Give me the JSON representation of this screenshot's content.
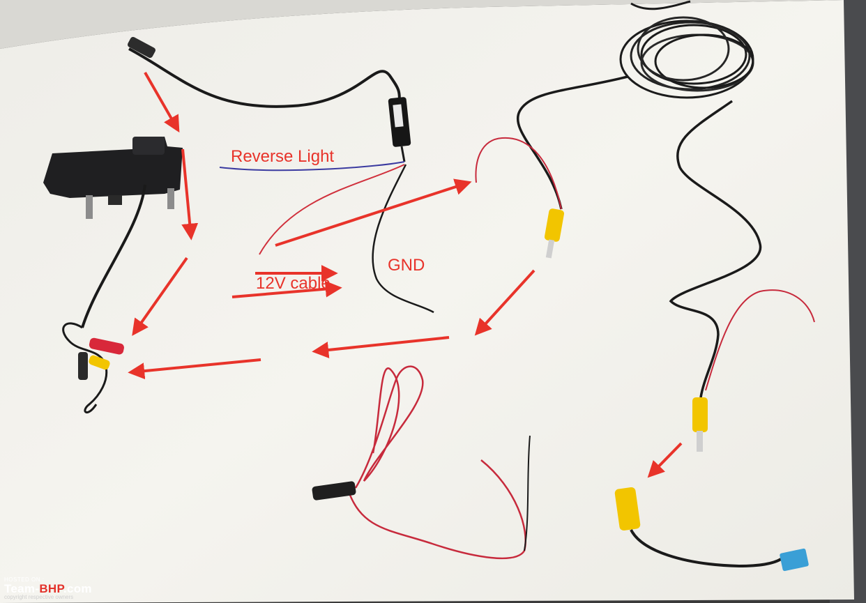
{
  "labels": {
    "reverse_light": "Reverse Light",
    "twelve_v_cable": "12V cable",
    "gnd": "GND"
  },
  "watermark": {
    "hosted_on": "HOSTED ON :",
    "brand_part1": "Team-",
    "brand_part2": "BHP",
    "brand_part3": ".com",
    "copyright": "copyright respective owners"
  },
  "colors": {
    "background_cloth": "#f2f1ec",
    "annotation_red": "#e8332a",
    "cable_black": "#1a1a1a",
    "wire_red": "#c72a3c",
    "rca_yellow": "#f2c500",
    "connector_blue": "#3a9fd6"
  }
}
